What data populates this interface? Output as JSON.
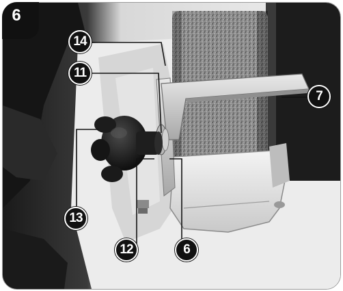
{
  "figure_number": "6",
  "callouts": {
    "c14": "14",
    "c11": "11",
    "c7": "7",
    "c13": "13",
    "c12": "12",
    "c6": "6"
  },
  "colors": {
    "badge": "#111111",
    "stone": "#8c8c8c",
    "metal": "#c9c9c9",
    "housing": "#e6e6e6",
    "knob": "#1a1a1a"
  }
}
